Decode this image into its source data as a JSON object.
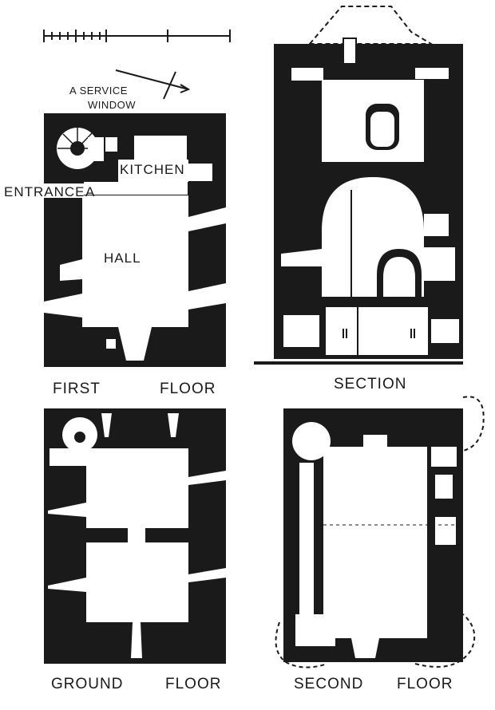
{
  "captions": {
    "first_floor_a": "FIRST",
    "first_floor_b": "FLOOR",
    "section": "SECTION",
    "ground_floor_a": "GROUND",
    "ground_floor_b": "FLOOR",
    "second_floor_a": "SECOND",
    "second_floor_b": "FLOOR"
  },
  "labels": {
    "service_window_1": "A SERVICE",
    "service_window_2": "WINDOW",
    "kitchen": "KITCHEN",
    "entrance": "ENTRANCE",
    "entrance_marker": "A",
    "kitchen_marker": "A",
    "hall": "HALL"
  },
  "colors": {
    "ink": "#1a1a1a",
    "paper": "#ffffff"
  }
}
